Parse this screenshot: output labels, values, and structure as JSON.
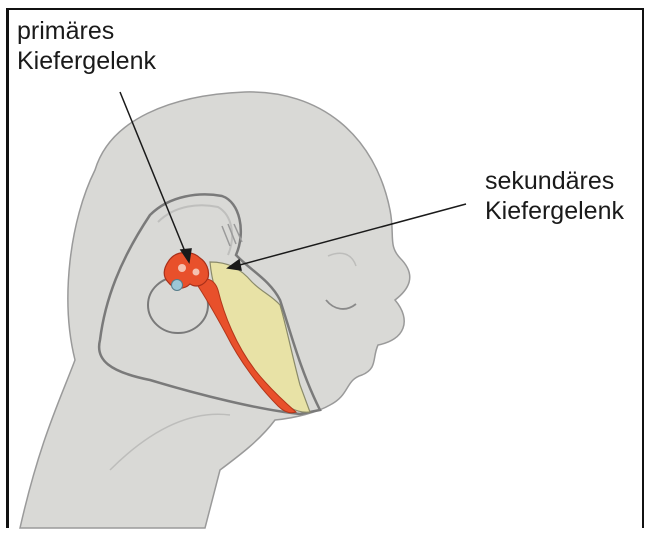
{
  "labels": {
    "primary_line1": "primäres",
    "primary_line2": "Kiefergelenk",
    "secondary_line1": "sekundäres",
    "secondary_line2": "Kiefergelenk"
  },
  "colors": {
    "skin": "#d9d9d6",
    "outline": "#6f6f6f",
    "cartilage_red": "#e8502b",
    "bone_yellow": "#e8e2a6",
    "ear_blue": "#9cc7d6",
    "arrow": "#1a1a1a"
  }
}
